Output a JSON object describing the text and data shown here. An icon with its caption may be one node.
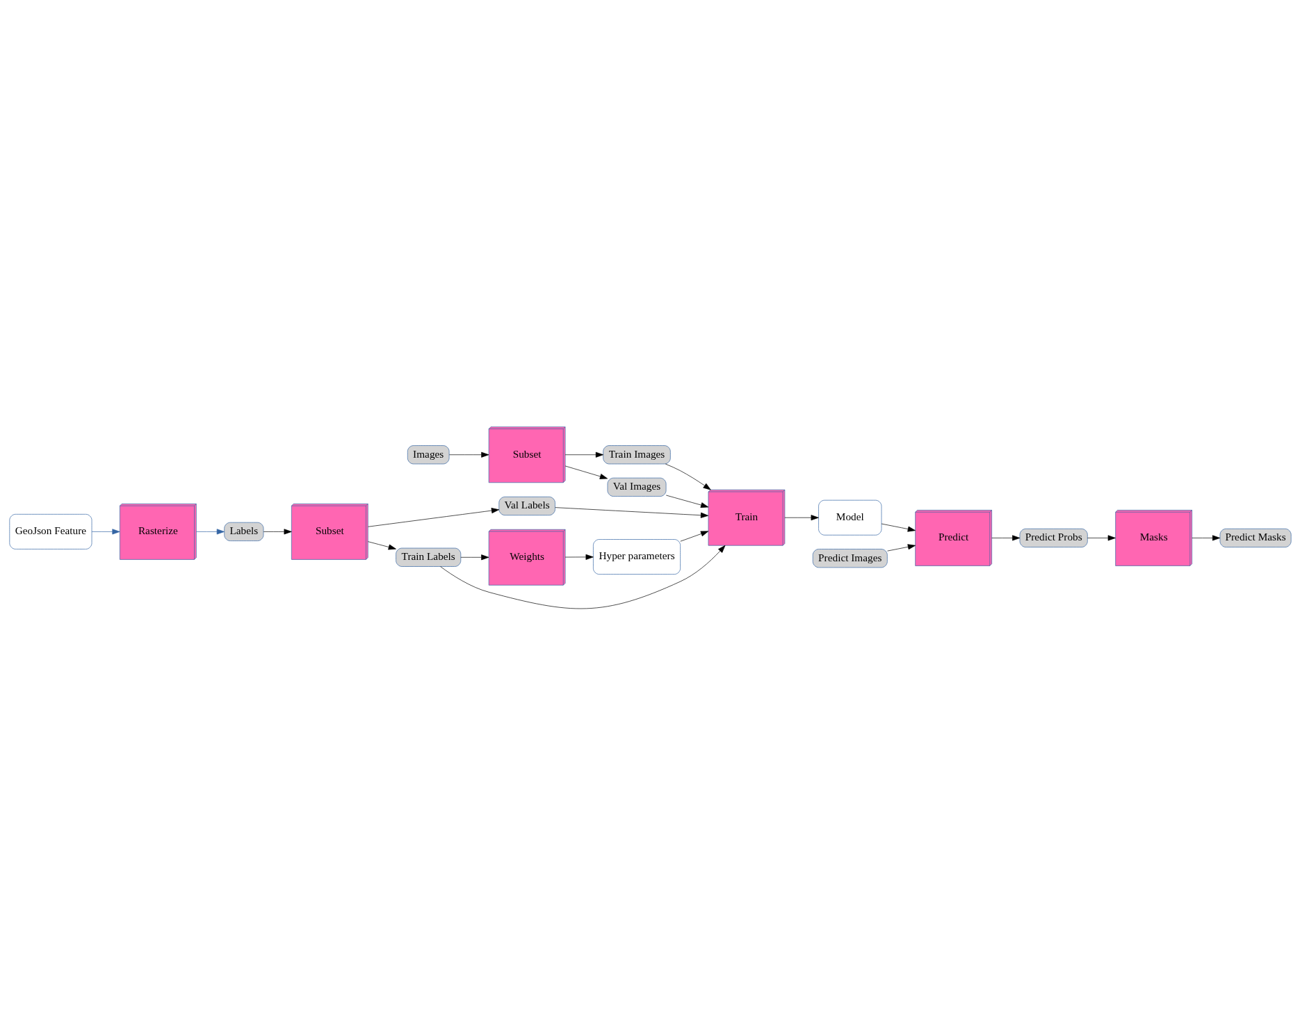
{
  "diagram": {
    "nodes": [
      {
        "text": [
          "Images"
        ]
      },
      {
        "text": [
          "GeoJson Feature"
        ]
      },
      {
        "text": [
          "Rasterize"
        ]
      },
      {
        "text": [
          "Labels"
        ]
      },
      {
        "text": [
          "Subset"
        ]
      },
      {
        "text": [
          "Subset"
        ]
      },
      {
        "text": [
          "Train Images"
        ]
      },
      {
        "text": [
          "Val Images"
        ]
      },
      {
        "text": [
          "Val Labels"
        ]
      },
      {
        "text": [
          "Train Labels"
        ]
      },
      {
        "text": [
          "Weights"
        ]
      },
      {
        "text": [
          "Hyper parameters"
        ]
      },
      {
        "text": [
          "Train"
        ]
      },
      {
        "text": [
          "Model"
        ]
      },
      {
        "text": [
          "Predict Masks"
        ]
      },
      {
        "text": [
          "Masks"
        ]
      },
      {
        "text": [
          "Predict Probs"
        ]
      },
      {
        "text": [
          "Predict"
        ]
      },
      {
        "text": [
          "Predict Images"
        ]
      }
    ],
    "edges": [
      {
        "from": 0,
        "to": 4,
        "arrow": "to"
      },
      {
        "from": 1,
        "to": 2,
        "arrow": "to",
        "color": "#3465a4"
      },
      {
        "from": 2,
        "to": 3,
        "arrow": "to",
        "color": "#3465a4"
      },
      {
        "from": 3,
        "to": 5,
        "arrow": "to"
      },
      {
        "from": 4,
        "to": 6,
        "arrow": "to"
      },
      {
        "from": 4,
        "to": 7,
        "arrow": "to"
      },
      {
        "from": 5,
        "to": 8,
        "arrow": "to"
      },
      {
        "from": 5,
        "to": 9,
        "arrow": "to"
      },
      {
        "from": 9,
        "to": 10,
        "arrow": "to"
      },
      {
        "from": 10,
        "to": 11,
        "arrow": "to"
      },
      {
        "from": 11,
        "to": 12,
        "arrow": "to"
      },
      {
        "from": 6,
        "to": 12,
        "arrow": "to"
      },
      {
        "from": 7,
        "to": 12,
        "arrow": "to"
      },
      {
        "from": 8,
        "to": 12,
        "arrow": "to"
      },
      {
        "from": 9,
        "to": 12,
        "arrow": "to"
      },
      {
        "from": 12,
        "to": 13,
        "arrow": "to"
      },
      {
        "from": 13,
        "to": 17,
        "arrow": "to"
      },
      {
        "from": 18,
        "to": 17,
        "arrow": "to"
      },
      {
        "from": 17,
        "to": 16,
        "arrow": "to"
      },
      {
        "from": 16,
        "to": 15,
        "arrow": "to"
      },
      {
        "from": 15,
        "to": 14,
        "arrow": "to"
      }
    ]
  }
}
